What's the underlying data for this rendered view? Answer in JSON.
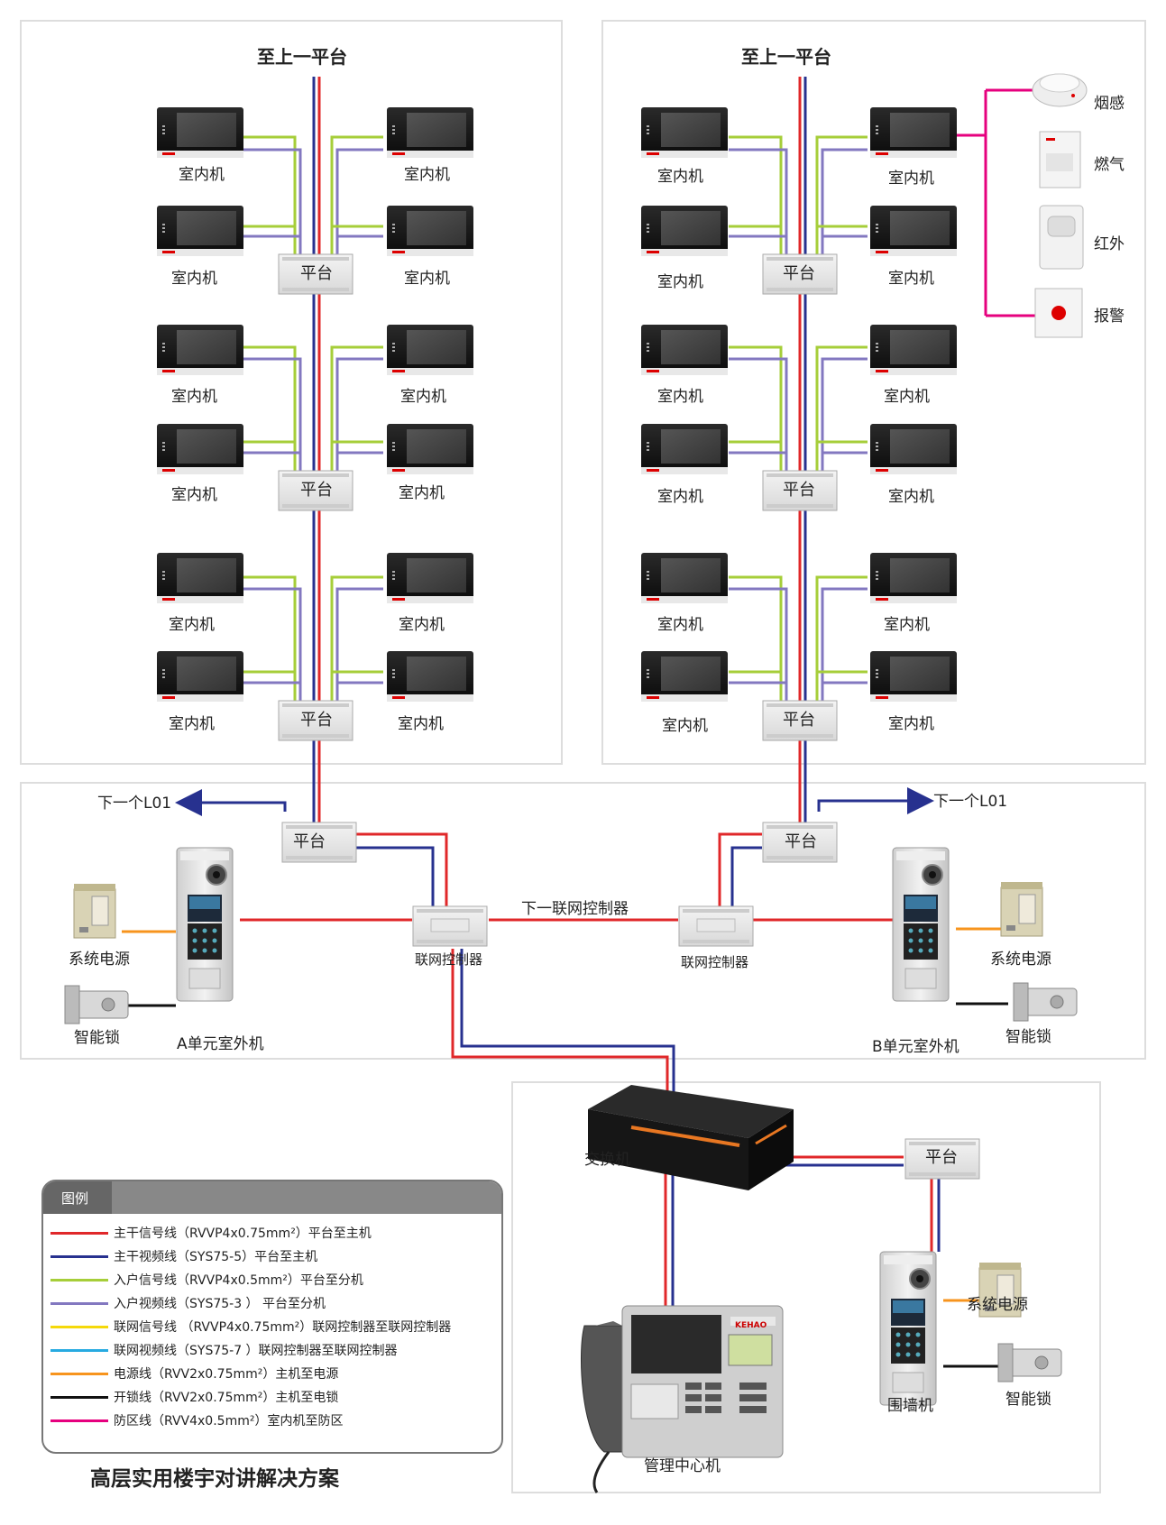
{
  "top_label_left": "至上一平台",
  "top_label_right": "至上一平台",
  "indoor_label": "室内机",
  "platform_label": "平台",
  "sensors": {
    "smoke": "烟感",
    "gas": "燃气",
    "infrared": "红外",
    "alarm": "报警"
  },
  "next_l01_left": "下一个L01",
  "next_l01_right": "下一个L01",
  "next_controller": "下一联网控制器",
  "network_controller": "联网控制器",
  "system_power": "系统电源",
  "smart_lock": "智能锁",
  "unit_a_outdoor": "A单元室外机",
  "unit_b_outdoor": "B单元室外机",
  "switch": "交换机",
  "wall_unit": "围墙机",
  "management_center": "管理中心机",
  "management_brand": "KEHAO",
  "diagram_title": "高层实用楼宇对讲解决方案",
  "legend": {
    "title": "图例",
    "items": [
      {
        "color": "#e0282a",
        "text": "主干信号线（RVVP4x0.75mm²）平台至主机"
      },
      {
        "color": "#27318f",
        "text": "主干视频线（SYS75-5）平台至主机"
      },
      {
        "color": "#a6ce39",
        "text": "入户信号线（RVVP4x0.5mm²）平台至分机"
      },
      {
        "color": "#8378c0",
        "text": "入户视频线（SYS75-3 ） 平台至分机"
      },
      {
        "color": "#f5d90a",
        "text": "联网信号线 （RVVP4x0.75mm²）联网控制器至联网控制器"
      },
      {
        "color": "#27aae1",
        "text": "联网视频线（SYS75-7 ）联网控制器至联网控制器"
      },
      {
        "color": "#f7941d",
        "text": "电源线（RVV2x0.75mm²）主机至电源"
      },
      {
        "color": "#111111",
        "text": "开锁线（RVV2x0.75mm²）主机至电锁"
      },
      {
        "color": "#e6007e",
        "text": "防区线（RVV4x0.5mm²）室内机至防区"
      }
    ]
  },
  "colors": {
    "trunk_signal": "#e0282a",
    "trunk_video": "#27318f",
    "home_signal": "#a6ce39",
    "home_video": "#8378c0",
    "power": "#f7941d",
    "lock": "#111111",
    "zone": "#e6007e"
  }
}
